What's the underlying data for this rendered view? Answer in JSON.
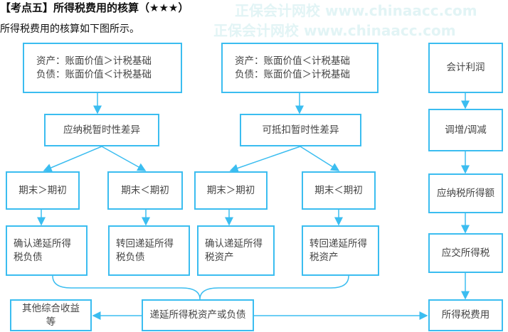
{
  "title": "【考点五】所得税费用的核算（★★★）",
  "subtitle": "所得税费用的核算如下图所示。",
  "watermark": "正保会计网校 www.chinaacc.com",
  "accent_color": "#3bbdf0",
  "boxes": {
    "left_top": [
      "资产：账面价值＞计税基础",
      "负债：账面价值＜计税基础"
    ],
    "mid_top": [
      "资产：账面价值＜计税基础",
      "负债：账面价值＞计税基础"
    ],
    "taxable_diff": "应纳税暂时性差异",
    "deductible_diff": "可抵扣暂时性差异",
    "l1": "期末＞期初",
    "l2": "期末＜期初",
    "l3": "期末＞期初",
    "l4": "期末＜期初",
    "r1": [
      "确认递延所得",
      "税负债"
    ],
    "r2": [
      "转回递延所得",
      "税负债"
    ],
    "r3": [
      "确认递延所得",
      "税资产"
    ],
    "r4": [
      "转回递延所得",
      "税资产"
    ],
    "oci": "其他综合收益等",
    "deferred": "递延所得税资产或负债",
    "right": [
      "会计利润",
      "调增/调减",
      "应纳税所得额",
      "应交所得税",
      "所得税费用"
    ]
  }
}
